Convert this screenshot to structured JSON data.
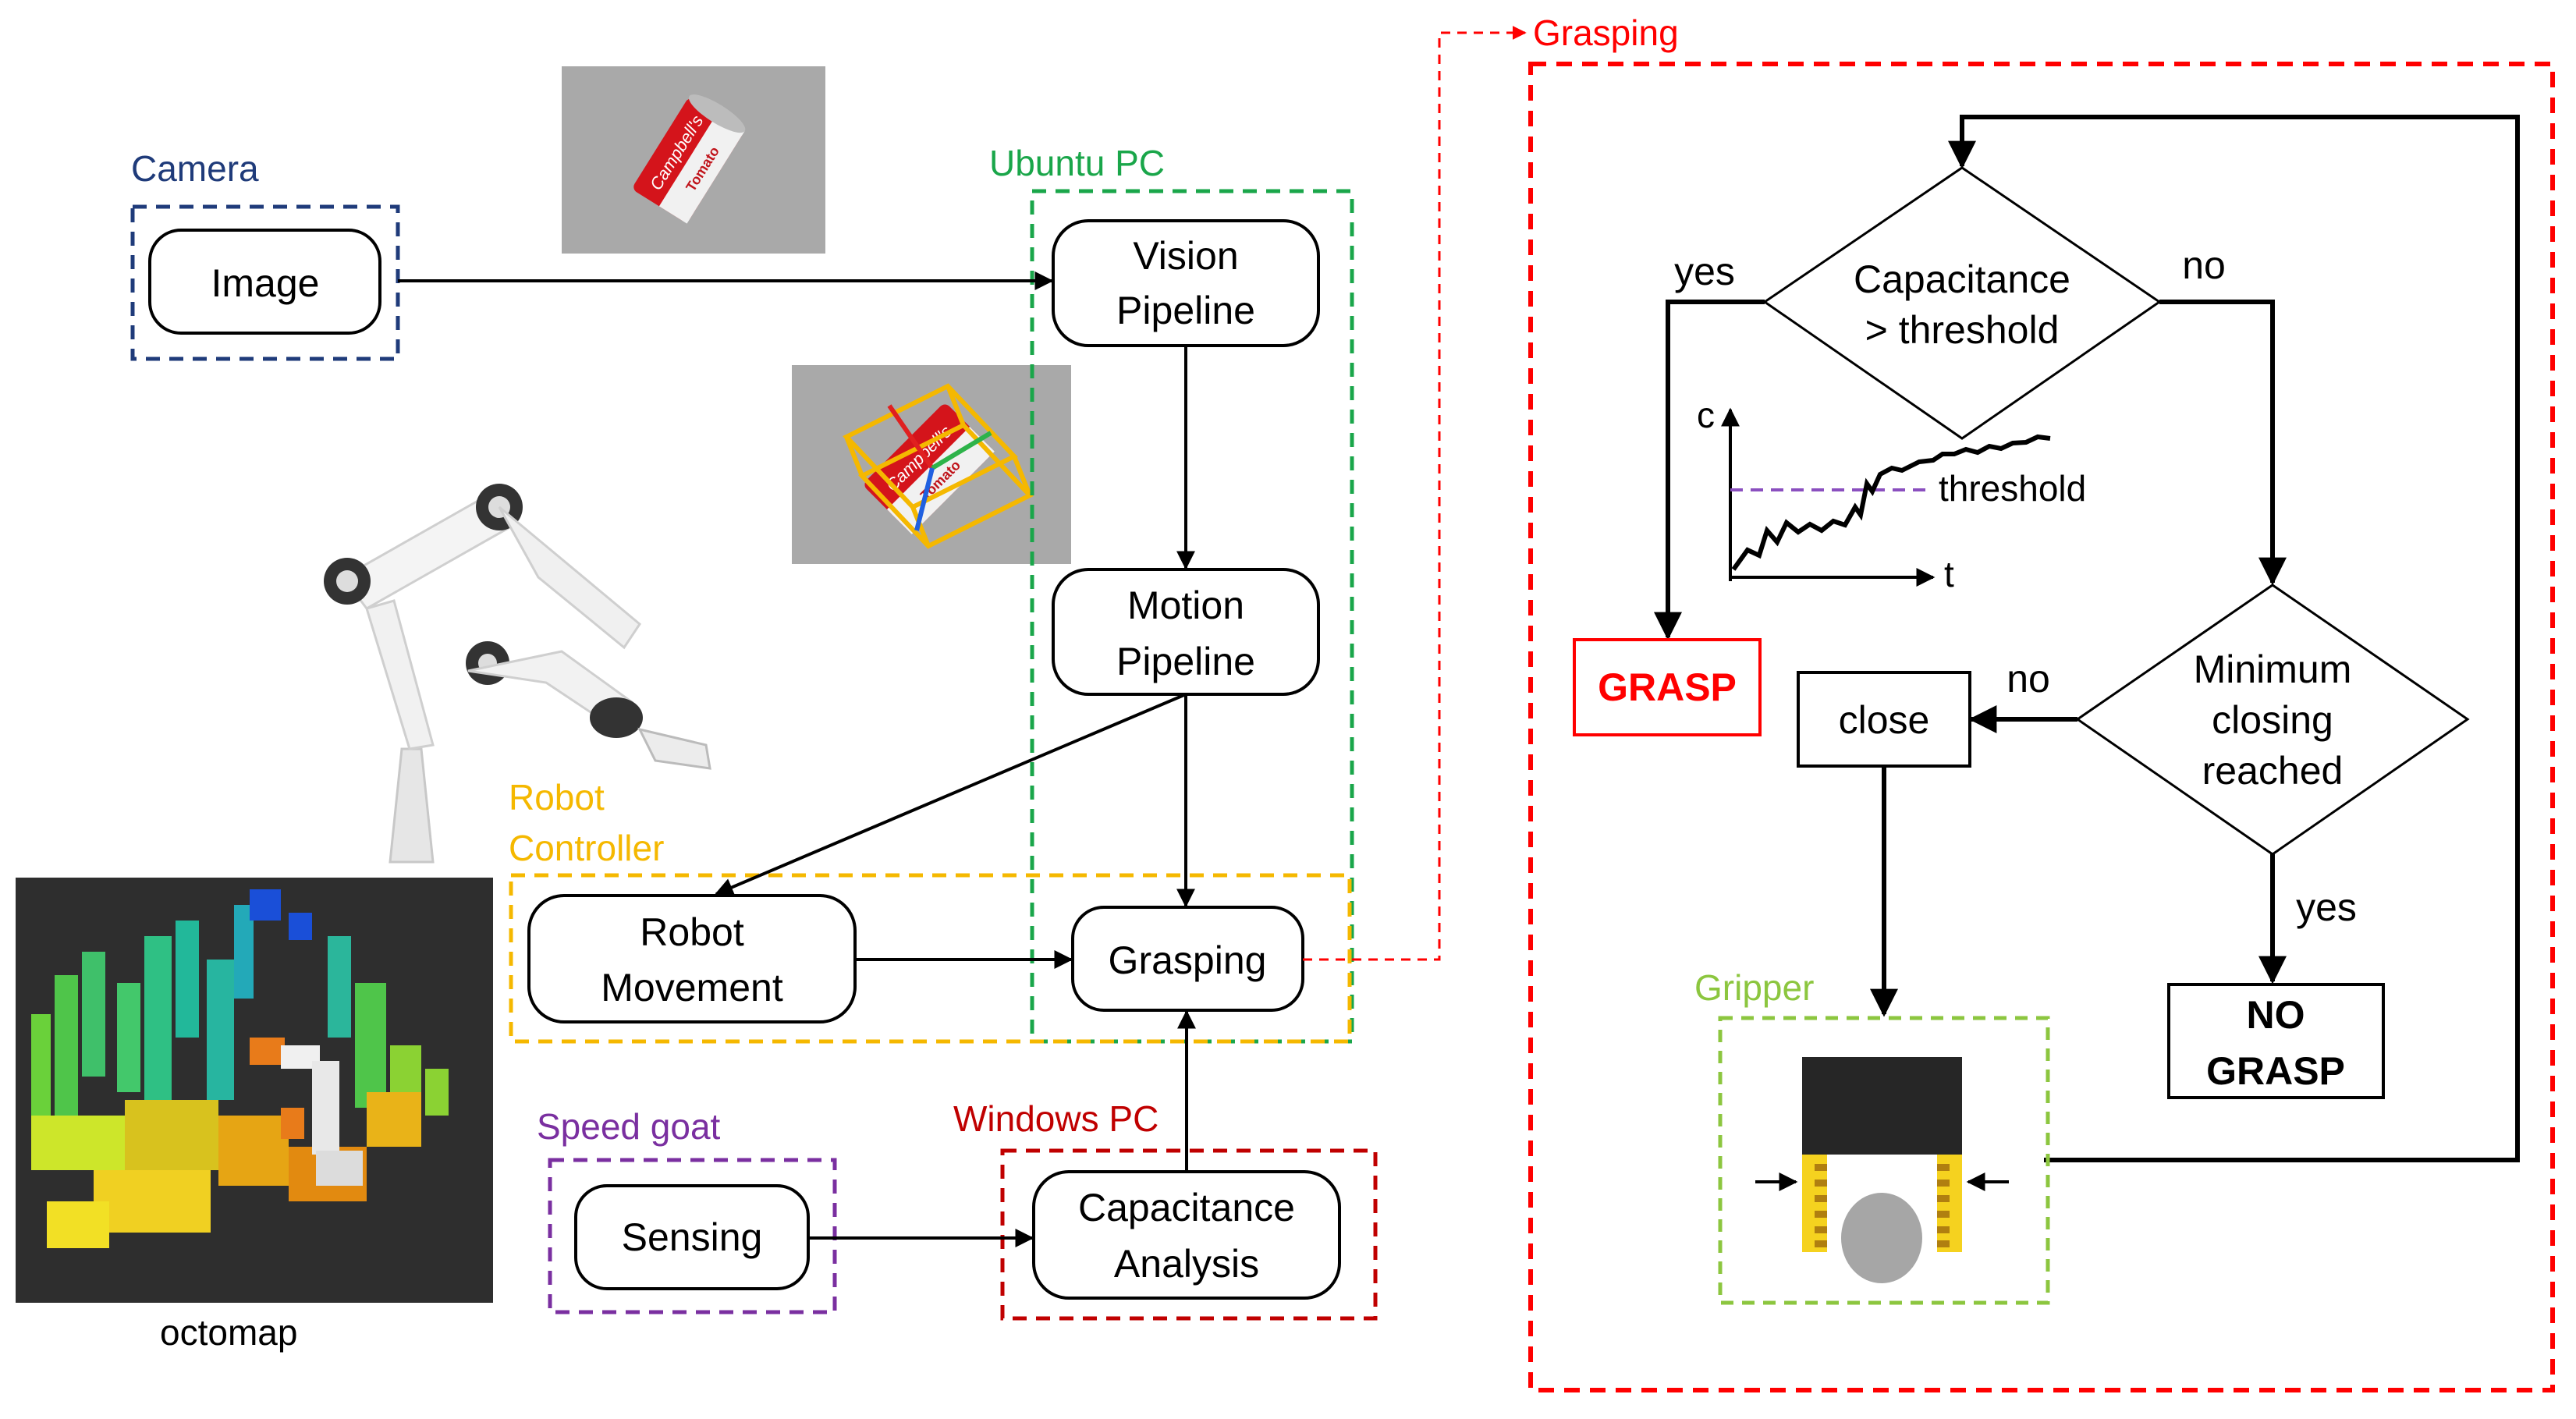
{
  "groups": {
    "camera": "Camera",
    "ubuntu": "Ubuntu PC",
    "robot_controller_line1": "Robot",
    "robot_controller_line2": "Controller",
    "speedgoat": "Speed goat",
    "windows": "Windows PC",
    "grasping": "Grasping",
    "gripper": "Gripper"
  },
  "nodes": {
    "image": "Image",
    "vision_l1": "Vision",
    "vision_l2": "Pipeline",
    "motion_l1": "Motion",
    "motion_l2": "Pipeline",
    "robot_l1": "Robot",
    "robot_l2": "Movement",
    "grasping": "Grasping",
    "sensing": "Sensing",
    "capacitance_l1": "Capacitance",
    "capacitance_l2": "Analysis"
  },
  "flowchart": {
    "decision1_l1": "Capacitance",
    "decision1_l2": "> threshold",
    "yes1": "yes",
    "no1": "no",
    "grasp": "GRASP",
    "decision2_l1": "Minimum",
    "decision2_l2": "closing",
    "decision2_l3": "reached",
    "no2": "no",
    "yes2": "yes",
    "close": "close",
    "no_grasp_l1": "NO",
    "no_grasp_l2": "GRASP"
  },
  "mini_chart": {
    "y_axis_label": "c",
    "x_axis_label": "t",
    "threshold_label": "threshold"
  },
  "captions": {
    "octomap": "octomap",
    "can_brand": "Campbell's",
    "can_flavor": "Tomato"
  },
  "colors": {
    "camera": "#1f3b7a",
    "ubuntu": "#1aa64a",
    "robot_controller": "#f5b800",
    "speedgoat": "#7a2fa0",
    "windows": "#c00000",
    "grasping": "#ff0000",
    "gripper": "#8cc63f",
    "threshold_line": "#8a4fbf"
  }
}
